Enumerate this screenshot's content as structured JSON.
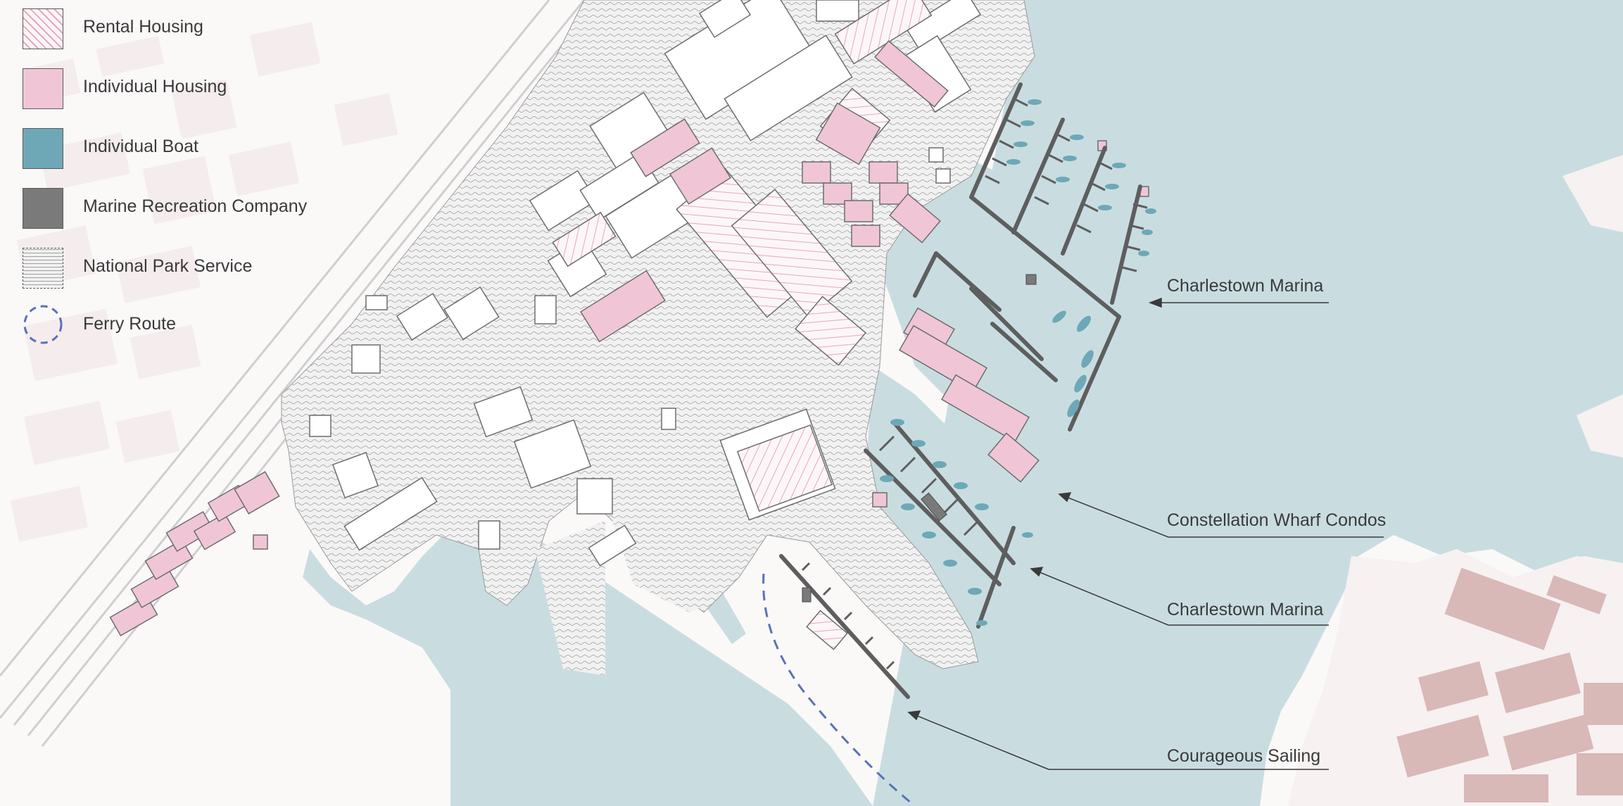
{
  "legend": {
    "items": [
      {
        "label": "Rental Housing"
      },
      {
        "label": "Individual Housing"
      },
      {
        "label": "Individual Boat"
      },
      {
        "label": "Marine Recreation Company"
      },
      {
        "label": "National Park Service"
      },
      {
        "label": "Ferry Route"
      }
    ]
  },
  "callouts": [
    {
      "label": "Charlestown Marina"
    },
    {
      "label": "Constellation Wharf Condos"
    },
    {
      "label": "Charlestown Marina"
    },
    {
      "label": "Courageous Sailing"
    }
  ],
  "colors": {
    "rental_housing_hatch": "#e3a9bb",
    "individual_housing": "#f0c6d6",
    "individual_boat": "#6ea8b7",
    "marine_recreation_company": "#7a7a7a",
    "national_park_service": "#e9e9e9",
    "ferry_route": "#5972b8",
    "water": "#c9dde1",
    "background": "#fbf8f8"
  }
}
